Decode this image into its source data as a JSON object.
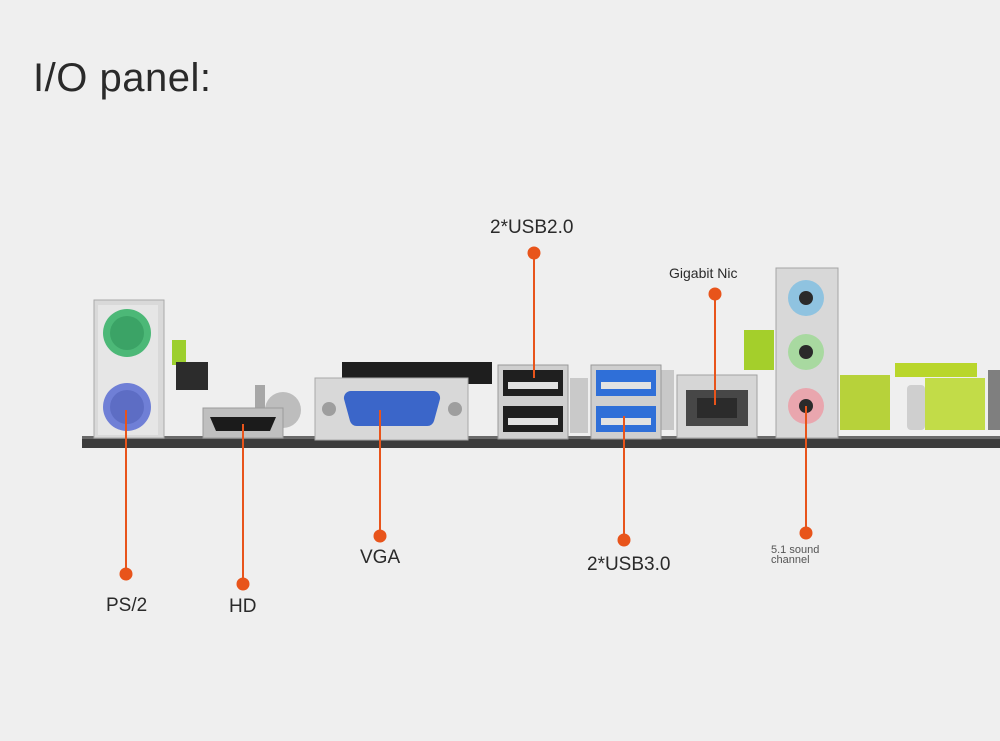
{
  "title": "I/O panel:",
  "callouts": [
    {
      "id": "usb2",
      "label": "2*USB2.0",
      "icon": "usb-port-icon"
    },
    {
      "id": "gigabit",
      "label": "Gigabit Nic",
      "icon": "ethernet-port-icon"
    },
    {
      "id": "ps2",
      "label": "PS/2",
      "icon": "ps2-port-icon"
    },
    {
      "id": "hd",
      "label": "HD",
      "icon": "hdmi-port-icon"
    },
    {
      "id": "vga",
      "label": "VGA",
      "icon": "vga-port-icon"
    },
    {
      "id": "usb3",
      "label": "2*USB3.0",
      "icon": "usb-port-icon"
    },
    {
      "id": "sound",
      "label_line1": "5.1 sound",
      "label_line2": "channel",
      "icon": "audio-jack-icon"
    }
  ],
  "colors": {
    "callout": "#e8541b",
    "ps2_mouse": "#4cb877",
    "ps2_keyboard": "#6f7fd6",
    "vga": "#3b66c9",
    "usb3": "#2f6fd8",
    "audio_blue": "#8fc3e0",
    "audio_green": "#a8d9a0",
    "audio_pink": "#e9a6ae",
    "capacitor": "#b8d22a",
    "pcb": "#3a3a3a"
  }
}
